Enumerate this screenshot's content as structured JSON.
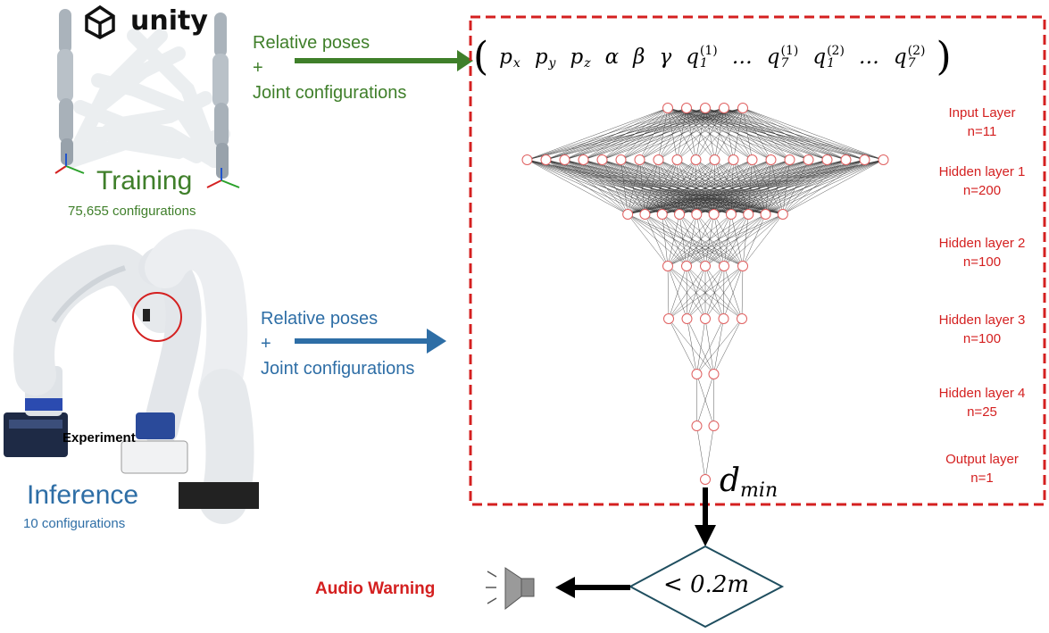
{
  "colors": {
    "green": "#3f7f2a",
    "blue": "#2e6ea6",
    "red": "#d42020",
    "black": "#000000",
    "diamond_stroke": "#1f4e5f",
    "neuron": "#e06060"
  },
  "unity_logo": {
    "text": "unity",
    "icon": "unity-cube-icon"
  },
  "training": {
    "title": "Training",
    "subtitle": "75,655 configurations",
    "arrow_label_line1": "Relative poses",
    "arrow_label_plus": "+",
    "arrow_label_line2": "Joint configurations"
  },
  "inference": {
    "title": "Inference",
    "subtitle": "10 configurations",
    "overlay_text": "Experiment",
    "arrow_label_line1": "Relative poses",
    "arrow_label_plus": "+",
    "arrow_label_line2": "Joint configurations"
  },
  "input_vector": {
    "open": "(",
    "close": ")",
    "items": [
      "p",
      "p",
      "p",
      "α",
      "β",
      "γ",
      "q",
      "…",
      "q",
      "q",
      "…",
      "q"
    ],
    "subscripts": [
      "x",
      "y",
      "z",
      "",
      "",
      "",
      "1",
      "",
      "7",
      "1",
      "",
      "7"
    ],
    "superscripts": [
      "",
      "",
      "",
      "",
      "",
      "",
      "(1)",
      "",
      "(1)",
      "(2)",
      "",
      "(2)"
    ]
  },
  "network": {
    "layers": [
      {
        "label": "Input Layer",
        "n_label": "n=11"
      },
      {
        "label": "Hidden layer 1",
        "n_label": "n=200"
      },
      {
        "label": "Hidden layer 2",
        "n_label": "n=100"
      },
      {
        "label": "Hidden layer 3",
        "n_label": "n=100"
      },
      {
        "label": "Hidden layer 4",
        "n_label": "n=25"
      },
      {
        "label": "Output layer",
        "n_label": "n=1"
      }
    ],
    "drawn_neurons": [
      5,
      20,
      10,
      5,
      5,
      2,
      2,
      1
    ],
    "output_symbol": "d",
    "output_subscript": "min"
  },
  "threshold": {
    "text": "< 0.2m"
  },
  "warning": {
    "label": "Audio Warning",
    "icon": "speaker-icon"
  }
}
